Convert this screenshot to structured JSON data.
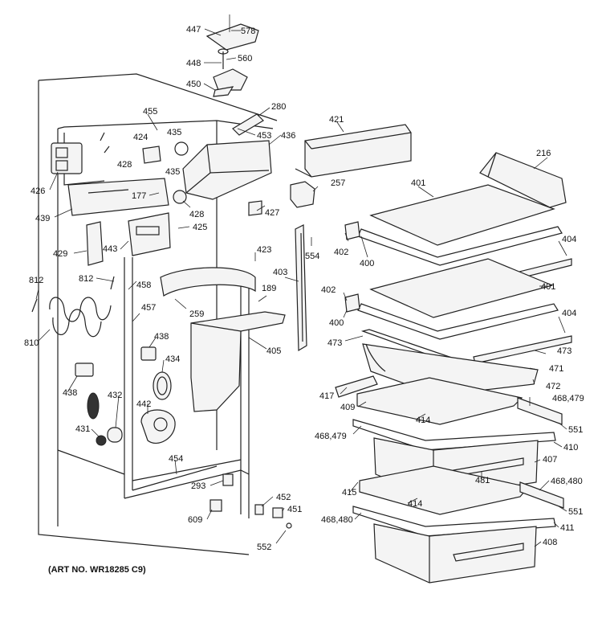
{
  "art_number": "(ART NO. WR18285 C9)",
  "callouts": [
    {
      "id": "c578",
      "text": "578"
    },
    {
      "id": "c447",
      "text": "447"
    },
    {
      "id": "c448",
      "text": "448"
    },
    {
      "id": "c560",
      "text": "560"
    },
    {
      "id": "c450",
      "text": "450"
    },
    {
      "id": "c280",
      "text": "280"
    },
    {
      "id": "c455",
      "text": "455"
    },
    {
      "id": "c421",
      "text": "421"
    },
    {
      "id": "c424",
      "text": "424"
    },
    {
      "id": "c435a",
      "text": "435"
    },
    {
      "id": "c453",
      "text": "453"
    },
    {
      "id": "c436",
      "text": "436"
    },
    {
      "id": "c428a",
      "text": "428"
    },
    {
      "id": "c435b",
      "text": "435"
    },
    {
      "id": "c216",
      "text": "216"
    },
    {
      "id": "c426",
      "text": "426"
    },
    {
      "id": "c177",
      "text": "177"
    },
    {
      "id": "c257",
      "text": "257"
    },
    {
      "id": "c401a",
      "text": "401"
    },
    {
      "id": "c439",
      "text": "439"
    },
    {
      "id": "c428b",
      "text": "428"
    },
    {
      "id": "c425",
      "text": "425"
    },
    {
      "id": "c427",
      "text": "427"
    },
    {
      "id": "c429",
      "text": "429"
    },
    {
      "id": "c443",
      "text": "443"
    },
    {
      "id": "c423",
      "text": "423"
    },
    {
      "id": "c554",
      "text": "554"
    },
    {
      "id": "c402a",
      "text": "402"
    },
    {
      "id": "c404a",
      "text": "404"
    },
    {
      "id": "c400a",
      "text": "400"
    },
    {
      "id": "c812a",
      "text": "812"
    },
    {
      "id": "c812b",
      "text": "812"
    },
    {
      "id": "c458",
      "text": "458"
    },
    {
      "id": "c403",
      "text": "403"
    },
    {
      "id": "c189",
      "text": "189"
    },
    {
      "id": "c401b",
      "text": "401"
    },
    {
      "id": "c402b",
      "text": "402"
    },
    {
      "id": "c259",
      "text": "259"
    },
    {
      "id": "c457",
      "text": "457"
    },
    {
      "id": "c404b",
      "text": "404"
    },
    {
      "id": "c400b",
      "text": "400"
    },
    {
      "id": "c810",
      "text": "810"
    },
    {
      "id": "c438a",
      "text": "438"
    },
    {
      "id": "c405",
      "text": "405"
    },
    {
      "id": "c473a",
      "text": "473"
    },
    {
      "id": "c473b",
      "text": "473"
    },
    {
      "id": "c434",
      "text": "434"
    },
    {
      "id": "c471",
      "text": "471"
    },
    {
      "id": "c438b",
      "text": "438"
    },
    {
      "id": "c472",
      "text": "472"
    },
    {
      "id": "c417",
      "text": "417"
    },
    {
      "id": "c432",
      "text": "432"
    },
    {
      "id": "c468_479a",
      "text": "468,479"
    },
    {
      "id": "c442",
      "text": "442"
    },
    {
      "id": "c409",
      "text": "409"
    },
    {
      "id": "c414a",
      "text": "414"
    },
    {
      "id": "c551a",
      "text": "551"
    },
    {
      "id": "c431",
      "text": "431"
    },
    {
      "id": "c468_479b",
      "text": "468,479"
    },
    {
      "id": "c410",
      "text": "410"
    },
    {
      "id": "c454",
      "text": "454"
    },
    {
      "id": "c407",
      "text": "407"
    },
    {
      "id": "c481",
      "text": "481"
    },
    {
      "id": "c293",
      "text": "293"
    },
    {
      "id": "c468_480a",
      "text": "468,480"
    },
    {
      "id": "c415",
      "text": "415"
    },
    {
      "id": "c452",
      "text": "452"
    },
    {
      "id": "c414b",
      "text": "414"
    },
    {
      "id": "c551b",
      "text": "551"
    },
    {
      "id": "c451",
      "text": "451"
    },
    {
      "id": "c609",
      "text": "609"
    },
    {
      "id": "c468_480b",
      "text": "468,480"
    },
    {
      "id": "c411",
      "text": "411"
    },
    {
      "id": "c552",
      "text": "552"
    },
    {
      "id": "c408",
      "text": "408"
    }
  ]
}
